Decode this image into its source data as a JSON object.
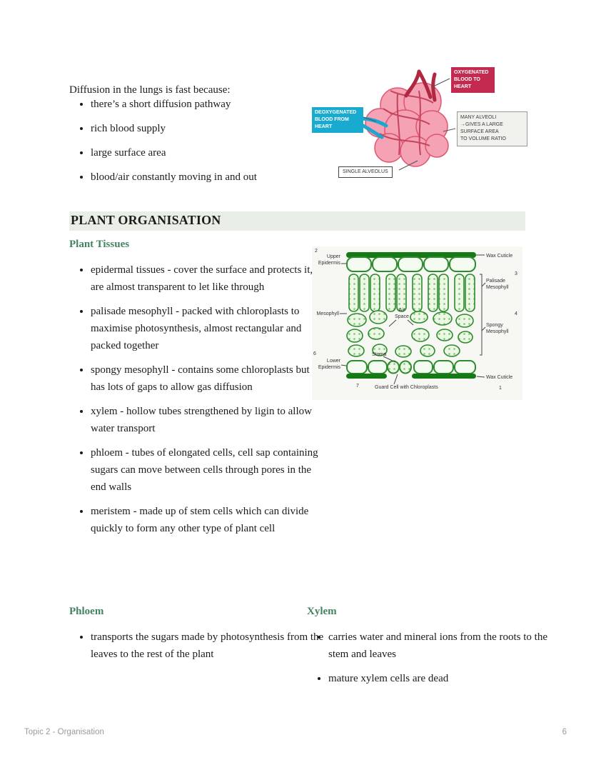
{
  "colors": {
    "heading_green": "#448361",
    "heading_highlight": "#e9efe7",
    "oxygenated_red": "#c42a50",
    "deoxygenated_cyan": "#19aacf",
    "leaf_dark_green": "#157a15"
  },
  "lungs": {
    "intro": "Diffusion in the lungs is fast because:",
    "bullets": [
      "there’s a short diffusion pathway",
      "rich blood supply",
      "large surface area",
      "blood/air constantly moving in and out"
    ],
    "diagram": {
      "oxygenated_label": "OXYGENATED\nBLOOD TO\nHEART",
      "deoxygenated_label": "DEOXYGENATED\nBLOOD FROM\nHEART",
      "many_alveoli_label": "MANY ALVEOLI\n→GIVES A LARGE\nSURFACE AREA\nTO VOLUME RATIO",
      "single_alveolus_label": "SINGLE ALVEOLUS"
    }
  },
  "plant": {
    "heading": "PLANT ORGANISATION",
    "tissues": {
      "subheading": "Plant Tissues",
      "bullets": [
        "epidermal tissues - cover the surface and protects it, are almost transparent to let like through",
        "palisade mesophyll - packed with chloroplasts to maximise photosynthesis, almost rectangular and packed together",
        "spongy mesophyll - contains some chloroplasts but has lots of gaps to allow gas diffusion",
        "xylem - hollow tubes strengthened by ligin to allow water transport",
        "phloem - tubes of elongated cells, cell sap containing sugars can move between cells through pores in the end walls",
        "meristem - made up of stem cells which can divide quickly to form any other type of plant cell"
      ]
    },
    "leaf_diagram": {
      "upper_epidermis": "Upper\nEpidermis",
      "wax_cuticle_top": "Wax Cuticle",
      "palisade_mesophyll": "Palisade\nMesophyll",
      "mesophyll": "Mesophyll",
      "air_space": "Air\nSpace",
      "spongy_mesophyll": "Spongy\nMesophyll",
      "lower_epidermis": "Lower\nEpidermis",
      "stoma": "Stoma",
      "guard_cell": "Guard Cell with Chloroplasts",
      "wax_cuticle_bottom": "Wax Cuticle",
      "n1": "1",
      "n2": "2",
      "n3": "3",
      "n4": "4",
      "n6": "6",
      "n7": "7"
    }
  },
  "phloem": {
    "heading": "Phloem",
    "bullets": [
      "transports the sugars made by photosynthesis from the leaves to the rest of the plant"
    ]
  },
  "xylem": {
    "heading": "Xylem",
    "bullets": [
      "carries water and mineral ions from the roots to the stem and leaves",
      "mature xylem cells are dead"
    ]
  },
  "footer": {
    "left": "Topic 2 - Organisation",
    "page_number": "6"
  }
}
